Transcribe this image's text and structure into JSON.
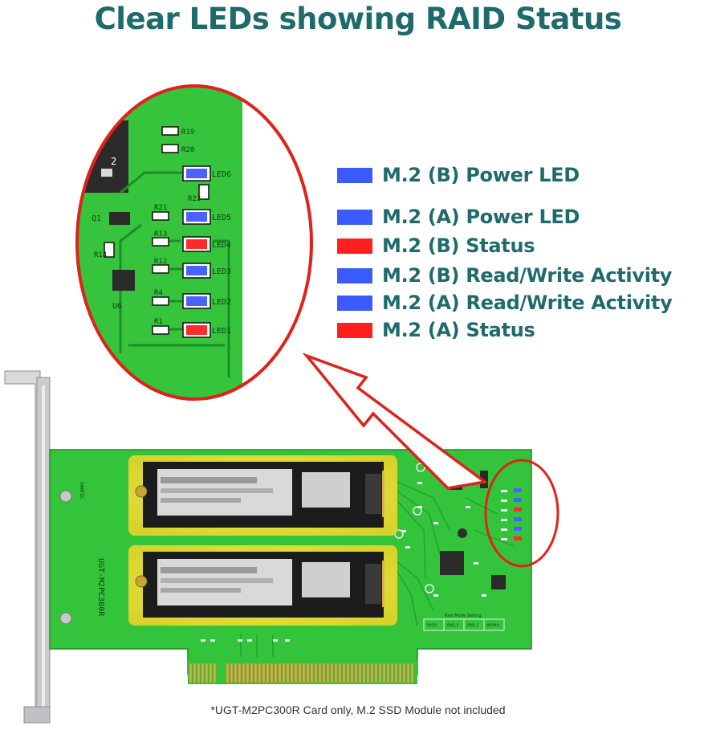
{
  "title": "Clear LEDs showing RAID Status",
  "legend": [
    {
      "label": "M.2 (B) Power LED",
      "color": "#3b5bff"
    },
    {
      "label": "M.2 (A) Power LED",
      "color": "#3b5bff"
    },
    {
      "label": "M.2 (B) Status",
      "color": "#ff1f1f"
    },
    {
      "label": "M.2 (B) Read/Write Activity",
      "color": "#3b5bff"
    },
    {
      "label": "M.2 (A) Read/Write Activity",
      "color": "#3b5bff"
    },
    {
      "label": "M.2 (A) Status",
      "color": "#ff1f1f"
    }
  ],
  "zoom": {
    "leds": [
      {
        "label": "LED6",
        "color": "#4a62ff"
      },
      {
        "label": "LED5",
        "color": "#4a62ff"
      },
      {
        "label": "LED4",
        "color": "#ff2a2a"
      },
      {
        "label": "LED3",
        "color": "#4a62ff"
      },
      {
        "label": "LED2",
        "color": "#4a62ff"
      },
      {
        "label": "LED1",
        "color": "#ff2a2a"
      }
    ],
    "resistors": [
      "R19",
      "R20",
      "R21",
      "R13",
      "R12",
      "R4",
      "R1",
      "R22",
      "R14"
    ],
    "components": [
      "Q1",
      "U6",
      "2"
    ]
  },
  "card": {
    "model_text": "UGT-M2PC300R",
    "brand_text": "VANTEC",
    "raid_mode_label": "Raid Mode Setting",
    "raid_modes": [
      "RAID0",
      "RAID_0",
      "RAID_1",
      "NORMAL"
    ]
  },
  "colors": {
    "pcb_green": "#33c23a",
    "highlight_yellow": "#e6e23a",
    "callout_red": "#e0211c",
    "title_teal": "#1f6a6c"
  },
  "footnote": "*UGT-M2PC300R Card only, M.2 SSD Module not included"
}
